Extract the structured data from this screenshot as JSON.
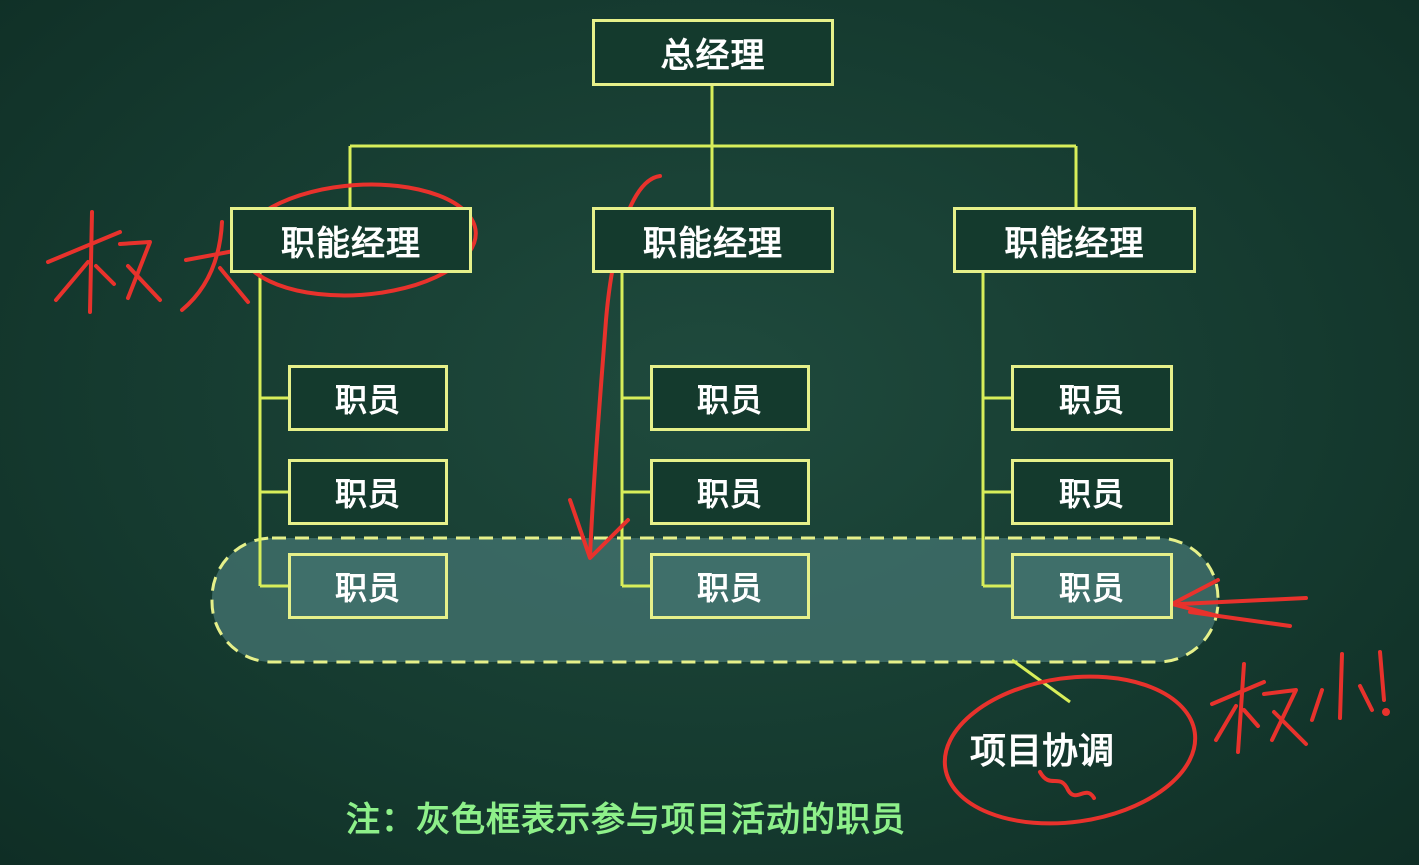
{
  "diagram": {
    "top": {
      "label": "总经理"
    },
    "managers": [
      {
        "label": "职能经理",
        "staff": [
          "职员",
          "职员",
          "职员"
        ]
      },
      {
        "label": "职能经理",
        "staff": [
          "职员",
          "职员",
          "职员"
        ]
      },
      {
        "label": "职能经理",
        "staff": [
          "职员",
          "职员",
          "职员"
        ]
      }
    ],
    "coordinator": {
      "label": "项目协调"
    },
    "note": "注：灰色框表示参与项目活动的职员"
  },
  "annotations": {
    "left_handwriting": "权大",
    "right_handwriting": "权小"
  },
  "colors": {
    "board": "#153a2f",
    "box_border": "#e6f08a",
    "connector": "#d8ee5a",
    "highlight_fill": "#3f6f6a",
    "note_text": "#8ef08a",
    "ink": "#e8322c"
  }
}
